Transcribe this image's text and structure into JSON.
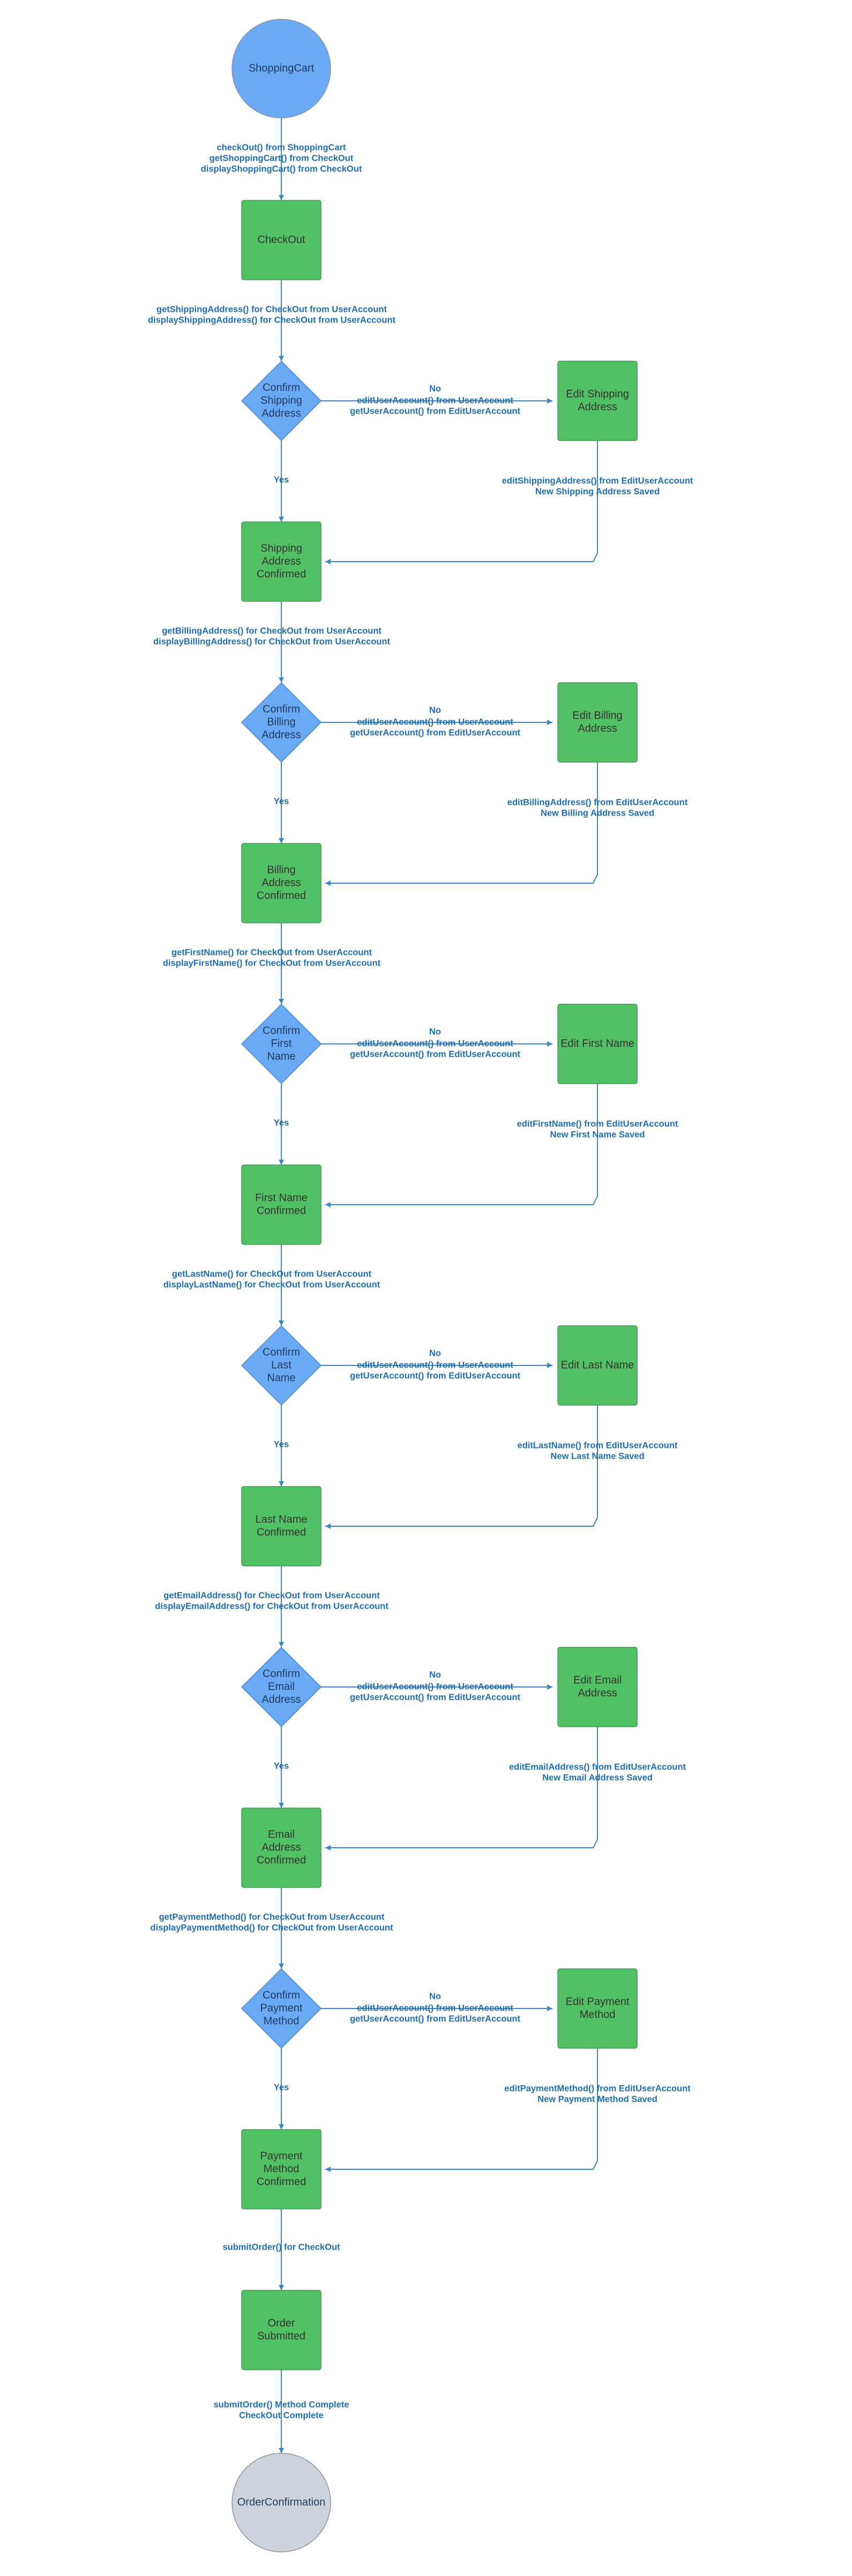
{
  "start": {
    "label": "ShoppingCart"
  },
  "end": {
    "label": "OrderConfirmation"
  },
  "checkout": {
    "label": "CheckOut"
  },
  "order_submitted": {
    "label": [
      "Order",
      "Submitted"
    ]
  },
  "edges": {
    "to_checkout": [
      "checkOut() from ShoppingCart",
      "getShoppingCart() from CheckOut",
      "displayShoppingCart() from CheckOut"
    ],
    "submit": [
      "submitOrder() for CheckOut"
    ],
    "complete": [
      "submitOrder() Method Complete",
      "CheckOut Complete"
    ]
  },
  "steps": [
    {
      "fetch": [
        "getShippingAddress() for CheckOut from UserAccount",
        "displayShippingAddress() for CheckOut from UserAccount"
      ],
      "decision": [
        "Confirm",
        "Shipping",
        "Address"
      ],
      "no_label": "No",
      "no_calls": [
        "editUserAccount() from UserAccount",
        "getUserAccount() from EditUserAccount"
      ],
      "edit": [
        "Edit Shipping",
        "Address"
      ],
      "saved": [
        "editShippingAddress() from EditUserAccount",
        "New Shipping Address Saved"
      ],
      "yes_label": "Yes",
      "confirmed": [
        "Shipping",
        "Address",
        "Confirmed"
      ]
    },
    {
      "fetch": [
        "getBillingAddress() for CheckOut from UserAccount",
        "displayBillingAddress() for CheckOut from UserAccount"
      ],
      "decision": [
        "Confirm",
        "Billing",
        "Address"
      ],
      "no_label": "No",
      "no_calls": [
        "editUserAccount() from UserAccount",
        "getUserAccount() from EditUserAccount"
      ],
      "edit": [
        "Edit Billing",
        "Address"
      ],
      "saved": [
        "editBillingAddress() from EditUserAccount",
        "New Billing Address Saved"
      ],
      "yes_label": "Yes",
      "confirmed": [
        "Billing",
        "Address",
        "Confirmed"
      ]
    },
    {
      "fetch": [
        "getFirstName() for CheckOut from UserAccount",
        "displayFirstName() for CheckOut from UserAccount"
      ],
      "decision": [
        "Confirm",
        "First",
        "Name"
      ],
      "no_label": "No",
      "no_calls": [
        "editUserAccount() from UserAccount",
        "getUserAccount() from EditUserAccount"
      ],
      "edit": [
        "Edit First Name"
      ],
      "saved": [
        "editFirstName() from EditUserAccount",
        "New First Name Saved"
      ],
      "yes_label": "Yes",
      "confirmed": [
        "First Name",
        "Confirmed"
      ]
    },
    {
      "fetch": [
        "getLastName() for CheckOut from UserAccount",
        "displayLastName() for CheckOut from UserAccount"
      ],
      "decision": [
        "Confirm",
        "Last",
        "Name"
      ],
      "no_label": "No",
      "no_calls": [
        "editUserAccount() from UserAccount",
        "getUserAccount() from EditUserAccount"
      ],
      "edit": [
        "Edit Last Name"
      ],
      "saved": [
        "editLastName() from EditUserAccount",
        "New Last Name Saved"
      ],
      "yes_label": "Yes",
      "confirmed": [
        "Last Name",
        "Confirmed"
      ]
    },
    {
      "fetch": [
        "getEmailAddress() for CheckOut from UserAccount",
        "displayEmailAddress() for CheckOut from UserAccount"
      ],
      "decision": [
        "Confirm",
        "Email",
        "Address"
      ],
      "no_label": "No",
      "no_calls": [
        "editUserAccount() from UserAccount",
        "getUserAccount() from EditUserAccount"
      ],
      "edit": [
        "Edit Email",
        "Address"
      ],
      "saved": [
        "editEmailAddress() from EditUserAccount",
        "New Email Address Saved"
      ],
      "yes_label": "Yes",
      "confirmed": [
        "Email",
        "Address",
        "Confirmed"
      ]
    },
    {
      "fetch": [
        "getPaymentMethod() for CheckOut from UserAccount",
        "displayPaymentMethod() for CheckOut from UserAccount"
      ],
      "decision": [
        "Confirm",
        "Payment",
        "Method"
      ],
      "no_label": "No",
      "no_calls": [
        "editUserAccount() from UserAccount",
        "getUserAccount() from EditUserAccount"
      ],
      "edit": [
        "Edit Payment",
        "Method"
      ],
      "saved": [
        "editPaymentMethod() from EditUserAccount",
        "New Payment Method Saved"
      ],
      "yes_label": "Yes",
      "confirmed": [
        "Payment",
        "Method",
        "Confirmed"
      ]
    }
  ],
  "colors": {
    "start_fill": "#6aaaf5",
    "end_fill": "#ced3db",
    "box_fill": "#52c166",
    "box_stroke": "#3f9e50",
    "diamond_fill": "#6aaaf5",
    "diamond_stroke": "#4a88d4",
    "line": "#3a86c8",
    "label": "#1f6fb8"
  }
}
